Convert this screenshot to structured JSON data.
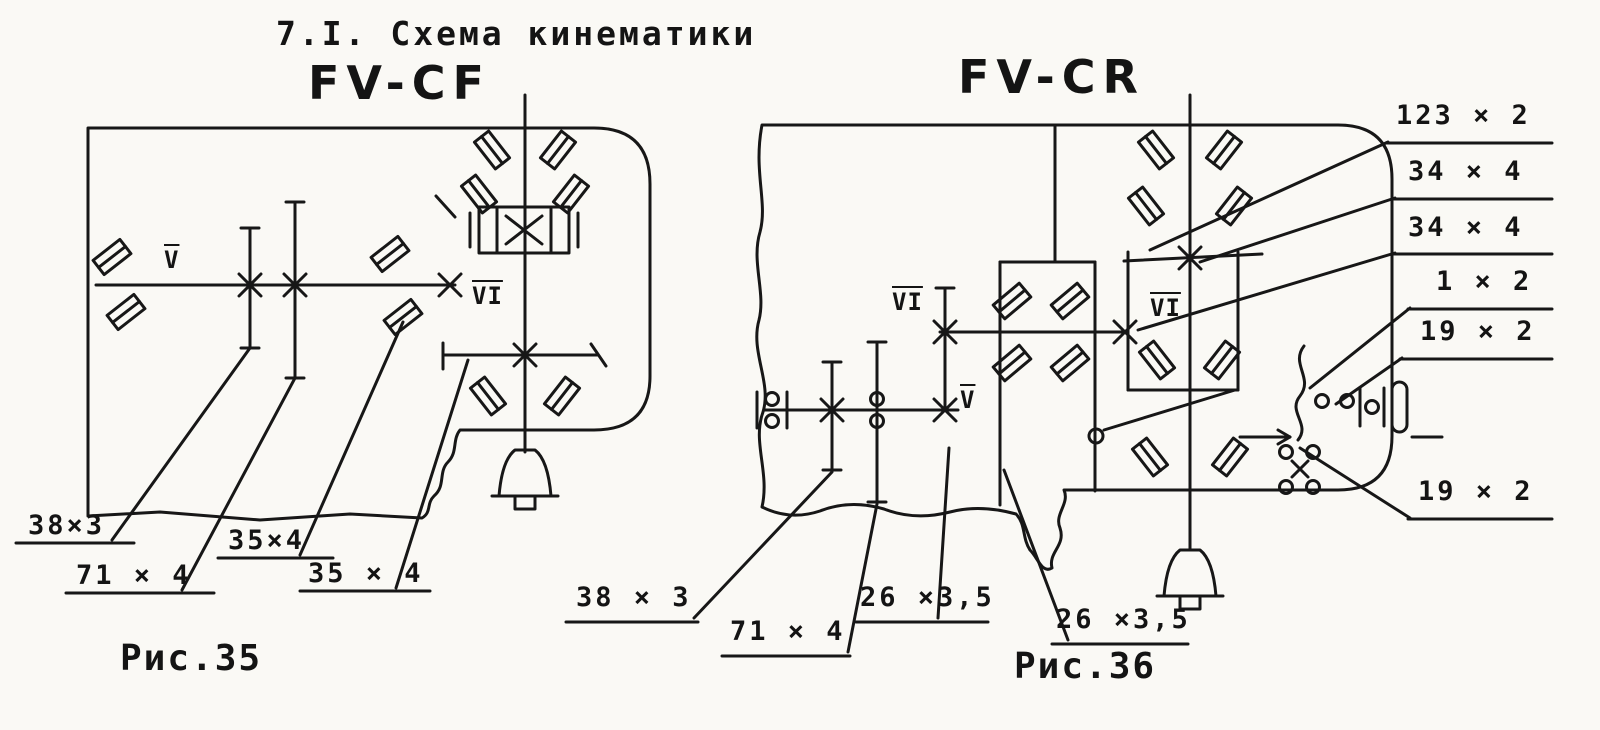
{
  "page": {
    "heading": "7.I. Схема кинематики"
  },
  "fvcf": {
    "title": "FV-CF",
    "caption": "Рис.35",
    "shaft_labels": {
      "v": "V",
      "vi": "VI"
    },
    "gear_labels": [
      "38×3",
      "71 × 4",
      "35×4",
      "35 × 4"
    ]
  },
  "fvcr": {
    "title": "FV-CR",
    "caption": "Рис.36",
    "shaft_labels": {
      "vi": "VI",
      "v": "V",
      "vi_box": "VI"
    },
    "side_labels": [
      "123 × 2",
      "34 × 4",
      "34 × 4",
      "1 × 2",
      "19 × 2",
      "19 × 2"
    ],
    "bottom_labels": [
      "38 × 3",
      "71 × 4",
      "26 ×3,5",
      "26 ×3,5"
    ]
  }
}
